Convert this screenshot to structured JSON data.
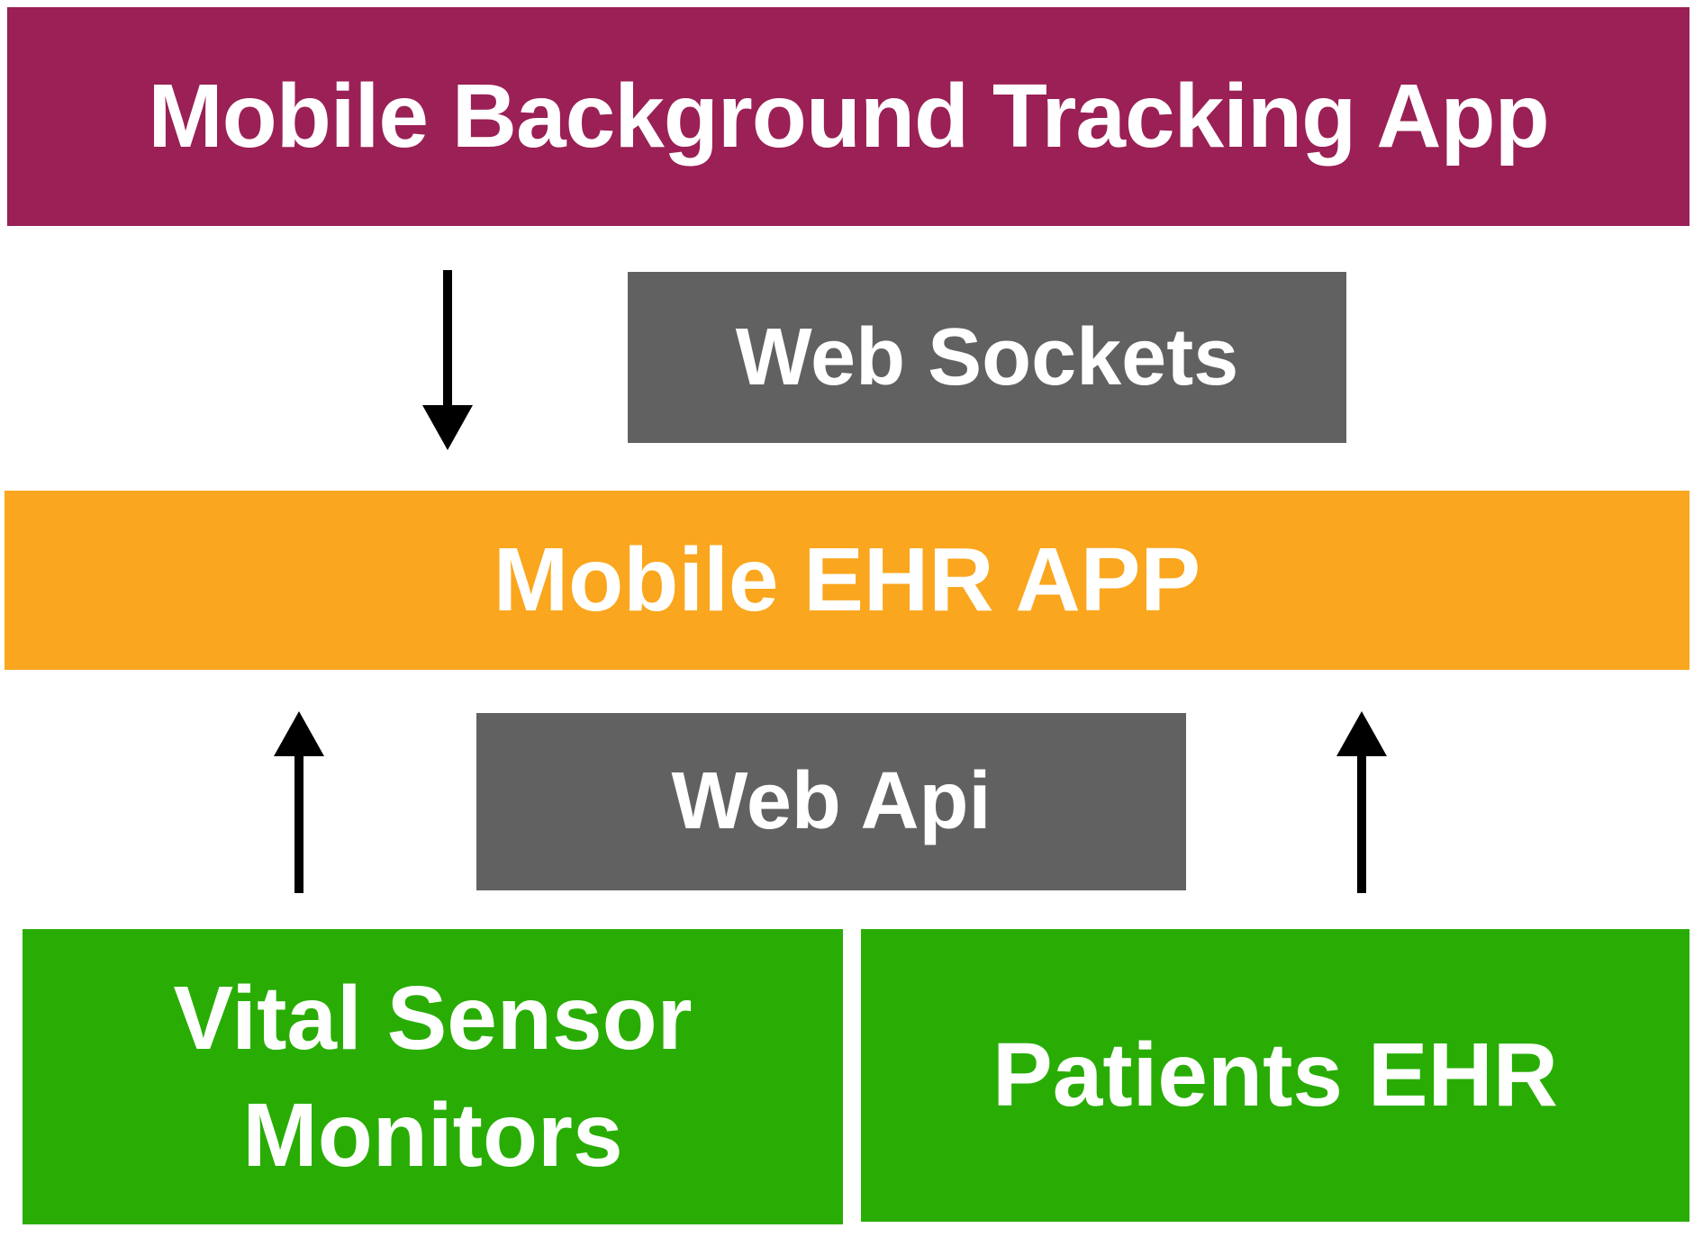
{
  "diagram": {
    "type": "architecture-flow",
    "background": "#FFFFFF",
    "text_color": "#FFFFFF",
    "arrow_color": "#000000",
    "nodes": {
      "tracking_app": {
        "label": "Mobile Background Tracking App",
        "color": "#9A2055"
      },
      "web_sockets": {
        "label": "Web Sockets",
        "color": "#616161"
      },
      "mobile_ehr_app": {
        "label": "Mobile EHR APP",
        "color": "#FAA61E"
      },
      "web_api": {
        "label": "Web Api",
        "color": "#616161"
      },
      "vital_sensor_monitors": {
        "label": "Vital Sensor Monitors",
        "color": "#29AD05"
      },
      "patients_ehr": {
        "label": "Patients EHR",
        "color": "#29AD05"
      }
    },
    "edges": [
      {
        "from": "tracking_app",
        "to": "mobile_ehr_app",
        "via": "web_sockets",
        "direction": "down"
      },
      {
        "from": "vital_sensor_monitors",
        "to": "mobile_ehr_app",
        "via": "web_api",
        "direction": "up"
      },
      {
        "from": "patients_ehr",
        "to": "mobile_ehr_app",
        "via": "web_api",
        "direction": "up"
      }
    ]
  }
}
